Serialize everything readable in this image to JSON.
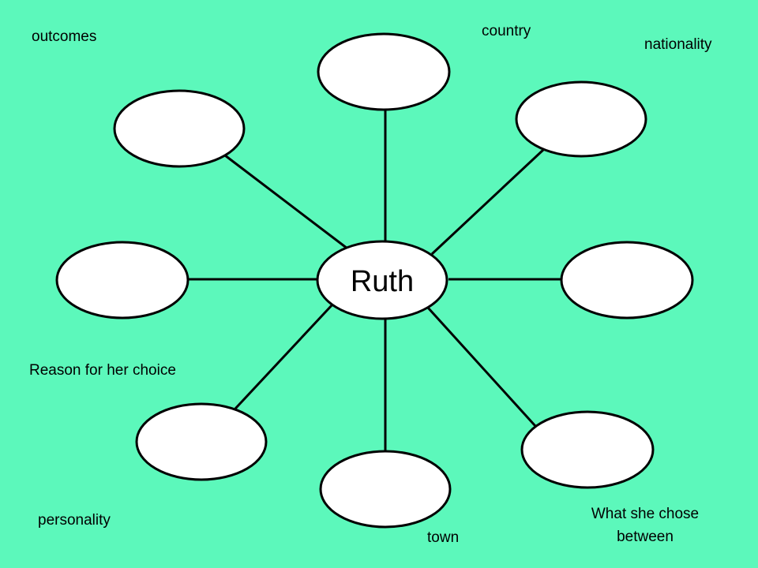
{
  "background_color": "#5cf8bb",
  "node_fill": "#ffffff",
  "stroke_color": "#000000",
  "center_label": "Ruth",
  "spokes": [
    {
      "id": "top",
      "text": ""
    },
    {
      "id": "top-right",
      "text": ""
    },
    {
      "id": "right",
      "text": ""
    },
    {
      "id": "bottom-right",
      "text": ""
    },
    {
      "id": "bottom",
      "text": ""
    },
    {
      "id": "bottom-left",
      "text": ""
    },
    {
      "id": "left",
      "text": ""
    },
    {
      "id": "top-left",
      "text": ""
    }
  ],
  "labels": {
    "outcomes": "outcomes",
    "country": "country",
    "nationality": "nationality",
    "reason": "Reason for her choice",
    "personality": "personality",
    "town": "town",
    "what_she_chose_line1": "What she chose",
    "what_she_chose_line2": "between"
  }
}
